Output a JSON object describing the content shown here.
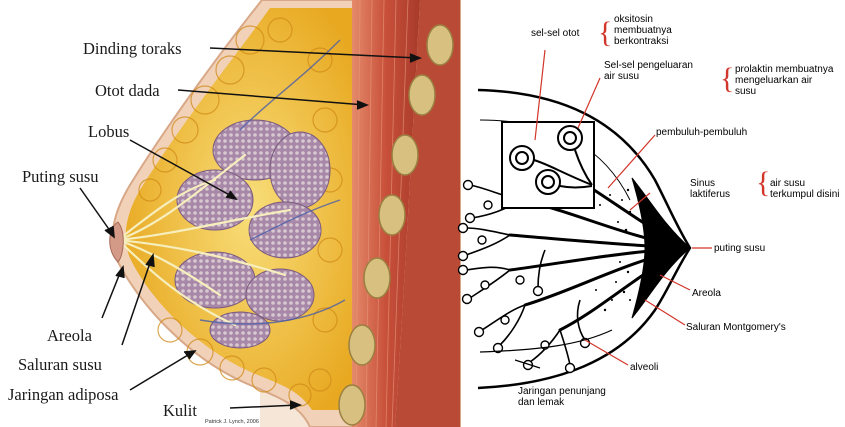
{
  "left_panel": {
    "labels": {
      "dinding_toraks": "Dinding toraks",
      "otot_dada": "Otot dada",
      "lobus": "Lobus",
      "puting_susu": "Puting susu",
      "areola": "Areola",
      "saluran_susu": "Saluran susu",
      "jaringan_adiposa": "Jaringan adiposa",
      "kulit": "Kulit"
    },
    "credit": "Patrick J. Lynch, 2006"
  },
  "right_panel": {
    "labels": {
      "sel_sel_otot": "sel-sel otot",
      "oksitosin_1": "oksitosin",
      "oksitosin_2": "membuatnya",
      "oksitosin_3": "berkontraksi",
      "sel_pengeluaran_1": "Sel-sel pengeluaran",
      "sel_pengeluaran_2": "air susu",
      "prolaktin_1": "prolaktin membuatnya",
      "prolaktin_2": "mengeluarkan air",
      "prolaktin_3": "susu",
      "pembuluh": "pembuluh-pembuluh",
      "sinus_1": "Sinus",
      "sinus_2": "laktiferus",
      "air_susu_1": "air susu",
      "air_susu_2": "terkumpul disini",
      "puting": "puting susu",
      "areola": "Areola",
      "montgomery": "Saluran Montgomery's",
      "alveoli": "alveoli",
      "jaringan_1": "Jaringan penunjang",
      "jaringan_2": "dan lemak"
    }
  },
  "colors": {
    "fat_yellow": "#f2c22e",
    "muscle_red": "#c8503a",
    "lobule_purple": "#9a7a9a",
    "annotation_red": "#d2352a",
    "skin": "#f1d2b8"
  }
}
